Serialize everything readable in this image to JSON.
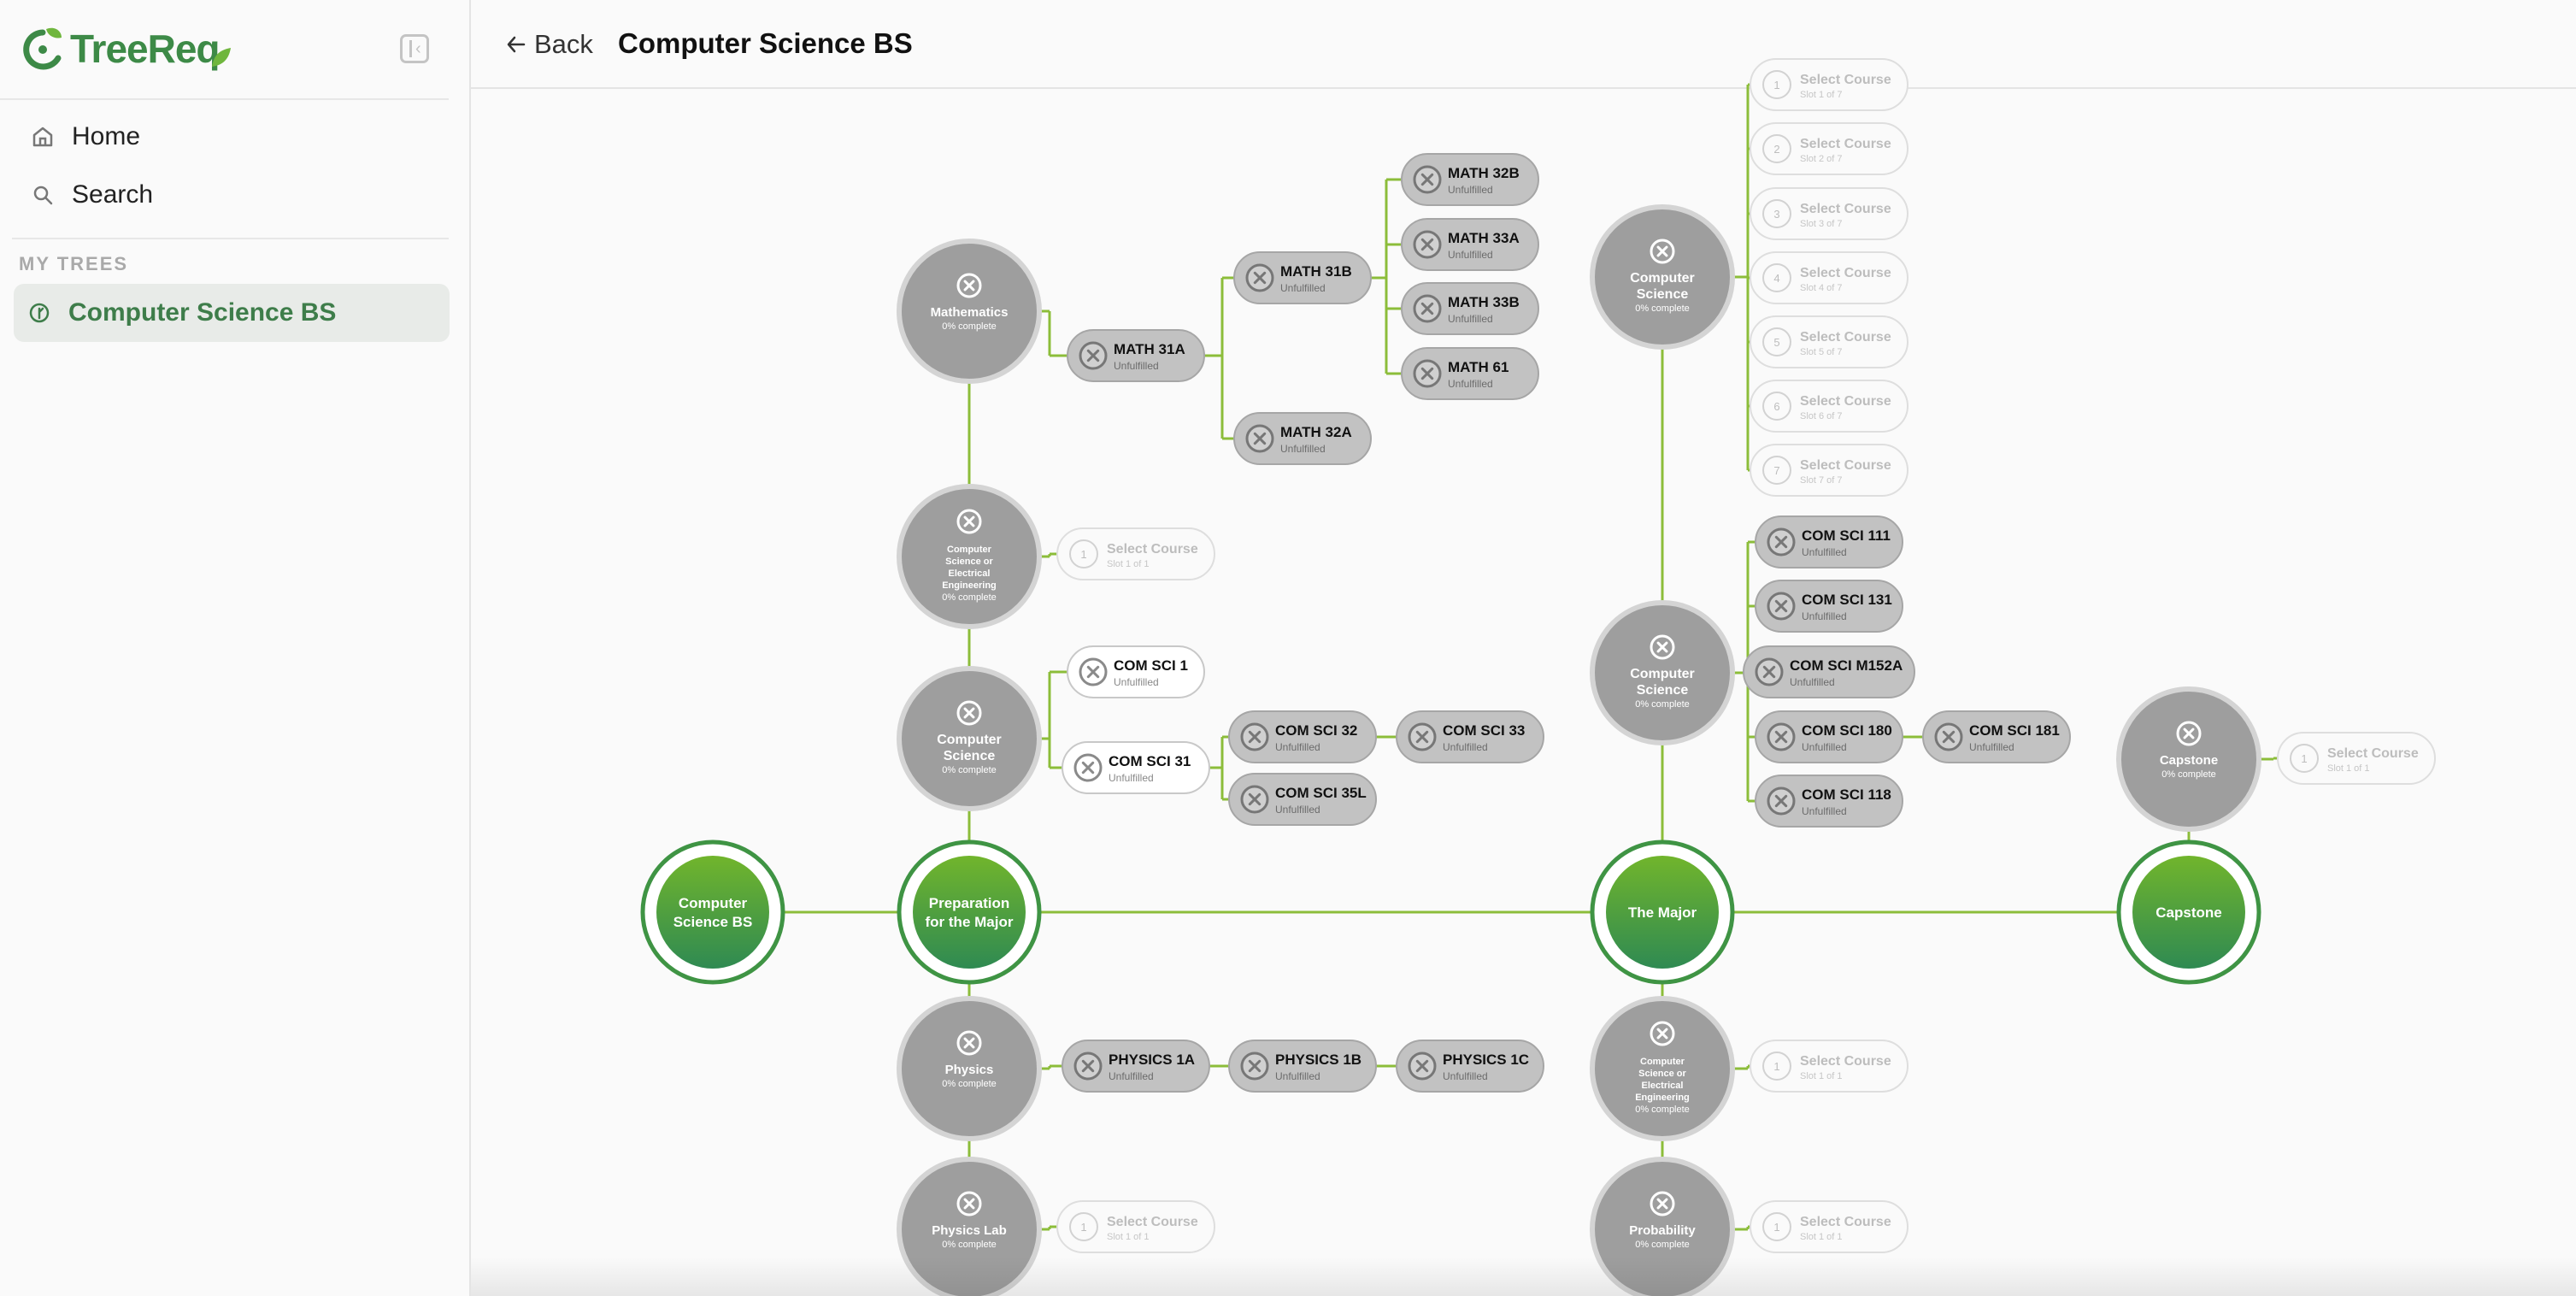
{
  "app": {
    "name": "TreeReq",
    "page_title": "Computer Science BS",
    "back_label": "Back"
  },
  "sidebar": {
    "nav": [
      {
        "label": "Home",
        "icon": "home-icon"
      },
      {
        "label": "Search",
        "icon": "search-icon"
      }
    ],
    "section_label": "MY TREES",
    "trees": [
      {
        "label": "Computer Science BS",
        "icon": "leaf-icon",
        "active": true
      }
    ]
  },
  "colors": {
    "brand": "#3d8a47",
    "line": "#8cbd3a",
    "node_gray": "#9e9e9e",
    "pill_gray": "#c2c2c2"
  },
  "tree": {
    "green_nodes": [
      {
        "id": "root",
        "label": "Computer Science BS"
      },
      {
        "id": "prep",
        "label": "Preparation for the Major"
      },
      {
        "id": "major",
        "label": "The Major"
      },
      {
        "id": "cap",
        "label": "Capstone"
      }
    ],
    "groups": [
      {
        "id": "math",
        "label": "Mathematics",
        "progress": "0% complete"
      },
      {
        "id": "csee1",
        "label": "Computer Science or Electrical Engineering",
        "progress": "0% complete"
      },
      {
        "id": "cs1",
        "label": "Computer Science",
        "progress": "0% complete"
      },
      {
        "id": "phys",
        "label": "Physics",
        "progress": "0% complete"
      },
      {
        "id": "physlab",
        "label": "Physics Lab",
        "progress": "0% complete"
      },
      {
        "id": "cs2",
        "label": "Computer Science",
        "progress": "0% complete"
      },
      {
        "id": "cs3",
        "label": "Computer Science",
        "progress": "0% complete"
      },
      {
        "id": "csee2",
        "label": "Computer Science or Electrical Engineering",
        "progress": "0% complete"
      },
      {
        "id": "prob",
        "label": "Probability",
        "progress": "0% complete"
      },
      {
        "id": "capg",
        "label": "Capstone",
        "progress": "0% complete"
      }
    ],
    "courses": [
      {
        "id": "m31a",
        "code": "MATH 31A",
        "status": "Unfulfilled"
      },
      {
        "id": "m31b",
        "code": "MATH 31B",
        "status": "Unfulfilled"
      },
      {
        "id": "m32a",
        "code": "MATH 32A",
        "status": "Unfulfilled"
      },
      {
        "id": "m32b",
        "code": "MATH 32B",
        "status": "Unfulfilled"
      },
      {
        "id": "m33a",
        "code": "MATH 33A",
        "status": "Unfulfilled"
      },
      {
        "id": "m33b",
        "code": "MATH 33B",
        "status": "Unfulfilled"
      },
      {
        "id": "m61",
        "code": "MATH 61",
        "status": "Unfulfilled"
      },
      {
        "id": "cs_1",
        "code": "COM SCI 1",
        "status": "Unfulfilled"
      },
      {
        "id": "cs_31",
        "code": "COM SCI 31",
        "status": "Unfulfilled"
      },
      {
        "id": "cs_32",
        "code": "COM SCI 32",
        "status": "Unfulfilled"
      },
      {
        "id": "cs_33",
        "code": "COM SCI 33",
        "status": "Unfulfilled"
      },
      {
        "id": "cs_35l",
        "code": "COM SCI 35L",
        "status": "Unfulfilled"
      },
      {
        "id": "p1a",
        "code": "PHYSICS 1A",
        "status": "Unfulfilled"
      },
      {
        "id": "p1b",
        "code": "PHYSICS 1B",
        "status": "Unfulfilled"
      },
      {
        "id": "p1c",
        "code": "PHYSICS 1C",
        "status": "Unfulfilled"
      },
      {
        "id": "cs_111",
        "code": "COM SCI 111",
        "status": "Unfulfilled"
      },
      {
        "id": "cs_131",
        "code": "COM SCI 131",
        "status": "Unfulfilled"
      },
      {
        "id": "cs_m152a",
        "code": "COM SCI M152A",
        "status": "Unfulfilled"
      },
      {
        "id": "cs_180",
        "code": "COM SCI 180",
        "status": "Unfulfilled"
      },
      {
        "id": "cs_181",
        "code": "COM SCI 181",
        "status": "Unfulfilled"
      },
      {
        "id": "cs_118",
        "code": "COM SCI 118",
        "status": "Unfulfilled"
      }
    ],
    "slots": [
      {
        "id": "s_csee1",
        "num": "1",
        "label": "Select Course",
        "sub": "Slot 1 of 1"
      },
      {
        "id": "s_physlab",
        "num": "1",
        "label": "Select Course",
        "sub": "Slot 1 of 1"
      },
      {
        "id": "s_cs2_1",
        "num": "1",
        "label": "Select Course",
        "sub": "Slot 1 of 7"
      },
      {
        "id": "s_cs2_2",
        "num": "2",
        "label": "Select Course",
        "sub": "Slot 2 of 7"
      },
      {
        "id": "s_cs2_3",
        "num": "3",
        "label": "Select Course",
        "sub": "Slot 3 of 7"
      },
      {
        "id": "s_cs2_4",
        "num": "4",
        "label": "Select Course",
        "sub": "Slot 4 of 7"
      },
      {
        "id": "s_cs2_5",
        "num": "5",
        "label": "Select Course",
        "sub": "Slot 5 of 7"
      },
      {
        "id": "s_cs2_6",
        "num": "6",
        "label": "Select Course",
        "sub": "Slot 6 of 7"
      },
      {
        "id": "s_cs2_7",
        "num": "7",
        "label": "Select Course",
        "sub": "Slot 7 of 7"
      },
      {
        "id": "s_csee2",
        "num": "1",
        "label": "Select Course",
        "sub": "Slot 1 of 1"
      },
      {
        "id": "s_prob",
        "num": "1",
        "label": "Select Course",
        "sub": "Slot 1 of 1"
      },
      {
        "id": "s_cap",
        "num": "1",
        "label": "Select Course",
        "sub": "Slot 1 of 1"
      }
    ]
  }
}
